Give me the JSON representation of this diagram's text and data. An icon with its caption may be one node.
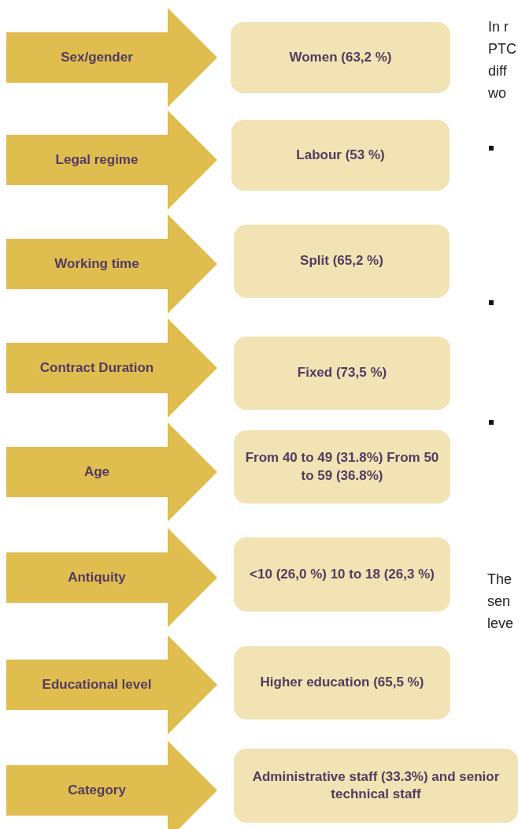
{
  "diagram": {
    "nodes": [
      {
        "text": [
          "Sex/gender"
        ]
      },
      {
        "text": [
          "Women (63,2 %)"
        ]
      },
      {
        "text": [
          "Legal regime"
        ]
      },
      {
        "text": [
          "Labour (53 %)"
        ]
      },
      {
        "text": [
          "Working time"
        ]
      },
      {
        "text": [
          "Split (65,2 %)"
        ]
      },
      {
        "text": [
          "Contract Duration"
        ]
      },
      {
        "text": [
          "Fixed (73,5 %)"
        ]
      },
      {
        "text": [
          "Age"
        ]
      },
      {
        "text": [
          "From 40 to 49 (31.8%) From 50 to 59 (36.8%)"
        ]
      },
      {
        "text": [
          "Antiquity"
        ]
      },
      {
        "text": [
          "<10 (26,0 %) 10 to 18 (26,3 %)"
        ]
      },
      {
        "text": [
          "Educational level"
        ]
      },
      {
        "text": [
          "Higher education (65,5 %)"
        ]
      },
      {
        "text": [
          "Category"
        ]
      },
      {
        "text": [
          "Administrative staff (33.3%) and senior technical staff"
        ]
      }
    ],
    "labels": [
      "In r",
      "PTC",
      "diff",
      "wo",
      "The",
      "sen",
      "leve"
    ]
  }
}
